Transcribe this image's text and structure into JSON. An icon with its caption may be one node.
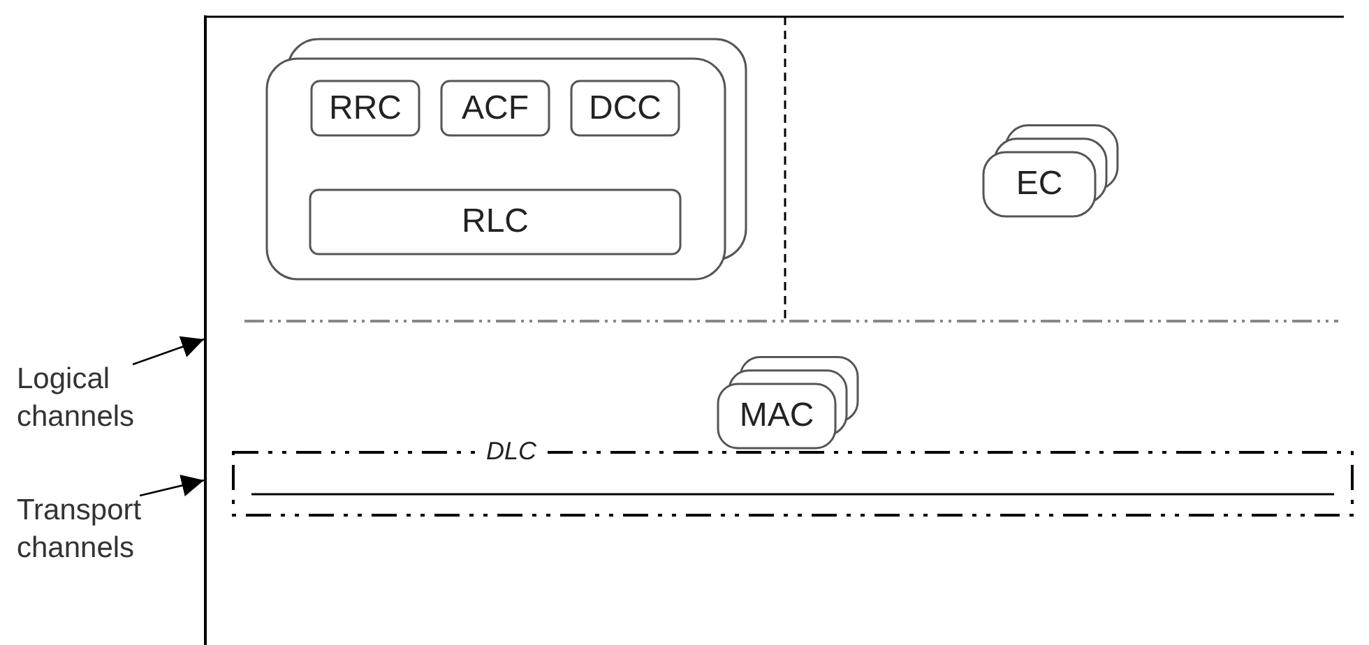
{
  "diagram": {
    "nodes": [
      {
        "text": [],
        "shape": "box"
      },
      {
        "text": [
          "RRC"
        ],
        "in": 0
      },
      {
        "text": [
          "ACF"
        ],
        "in": 0
      },
      {
        "text": [
          "DCC"
        ],
        "in": 0
      },
      {
        "text": [
          "RLC"
        ],
        "in": 0
      },
      {
        "text": [
          "EC"
        ]
      },
      {
        "text": [
          "MAC"
        ]
      },
      {
        "text": [
          "DLC"
        ]
      },
      {
        "text": [
          "Logical channels"
        ]
      },
      {
        "text": [
          "Transport channels"
        ]
      },
      {
        "text": [],
        "shape": "bar"
      }
    ],
    "edges": [
      {
        "from": 8,
        "to": 10,
        "arrow": "to"
      },
      {
        "from": 9,
        "to": 10,
        "arrow": "to"
      }
    ]
  }
}
